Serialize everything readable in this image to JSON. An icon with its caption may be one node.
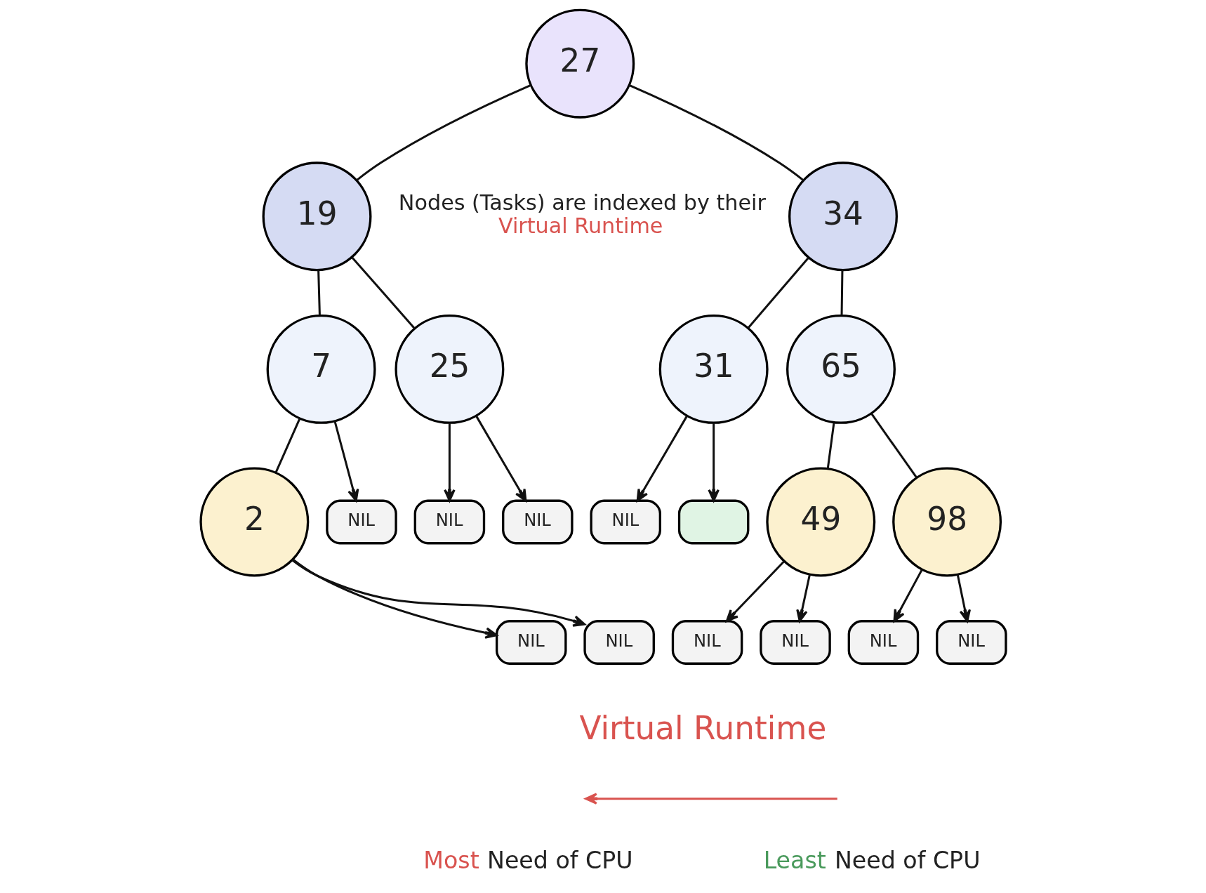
{
  "diagram": {
    "nodes": [
      {
        "text": [
          "27"
        ]
      },
      {
        "text": [
          "19"
        ]
      },
      {
        "text": [
          "34"
        ]
      },
      {
        "text": [
          "7"
        ]
      },
      {
        "text": [
          "25"
        ]
      },
      {
        "text": [
          "31"
        ]
      },
      {
        "text": [
          "65"
        ]
      },
      {
        "text": [
          "NIL"
        ]
      },
      {
        "text": [
          "NIL"
        ]
      },
      {
        "text": [
          "NIL"
        ]
      },
      {
        "text": [
          "NIL"
        ]
      },
      {
        "text": [],
        "shape": "box"
      },
      {
        "text": [
          "2"
        ]
      },
      {
        "text": [
          "49"
        ]
      },
      {
        "text": [
          "98"
        ]
      },
      {
        "text": [
          "NIL"
        ]
      },
      {
        "text": [
          "NIL"
        ]
      },
      {
        "text": [
          "NIL"
        ]
      },
      {
        "text": [
          "NIL"
        ]
      },
      {
        "text": [
          "NIL"
        ]
      },
      {
        "text": [
          "NIL"
        ]
      }
    ],
    "edges": [
      {
        "from": 0,
        "to": 1,
        "arrow": "none"
      },
      {
        "from": 0,
        "to": 2,
        "arrow": "none"
      },
      {
        "from": 1,
        "to": 3,
        "arrow": "none"
      },
      {
        "from": 1,
        "to": 4,
        "arrow": "none"
      },
      {
        "from": 2,
        "to": 5,
        "arrow": "none"
      },
      {
        "from": 2,
        "to": 6,
        "arrow": "none"
      },
      {
        "from": 3,
        "to": 12,
        "arrow": "none"
      },
      {
        "from": 3,
        "to": 7,
        "arrow": "to"
      },
      {
        "from": 4,
        "to": 8,
        "arrow": "to"
      },
      {
        "from": 4,
        "to": 9,
        "arrow": "to"
      },
      {
        "from": 5,
        "to": 10,
        "arrow": "to"
      },
      {
        "from": 5,
        "to": 11,
        "arrow": "to"
      },
      {
        "from": 6,
        "to": 13,
        "arrow": "none"
      },
      {
        "from": 6,
        "to": 14,
        "arrow": "none"
      },
      {
        "from": 12,
        "to": 15,
        "arrow": "to"
      },
      {
        "from": 12,
        "to": 16,
        "arrow": "to"
      },
      {
        "from": 13,
        "to": 17,
        "arrow": "to"
      },
      {
        "from": 13,
        "to": 18,
        "arrow": "to"
      },
      {
        "from": 14,
        "to": 19,
        "arrow": "to"
      },
      {
        "from": 14,
        "to": 20,
        "arrow": "to"
      }
    ],
    "labels": [
      "Nodes (Tasks) are indexed by their",
      "Virtual Runtime",
      "Virtual Runtime",
      "Most Need of CPU",
      "Least Need of CPU"
    ]
  }
}
